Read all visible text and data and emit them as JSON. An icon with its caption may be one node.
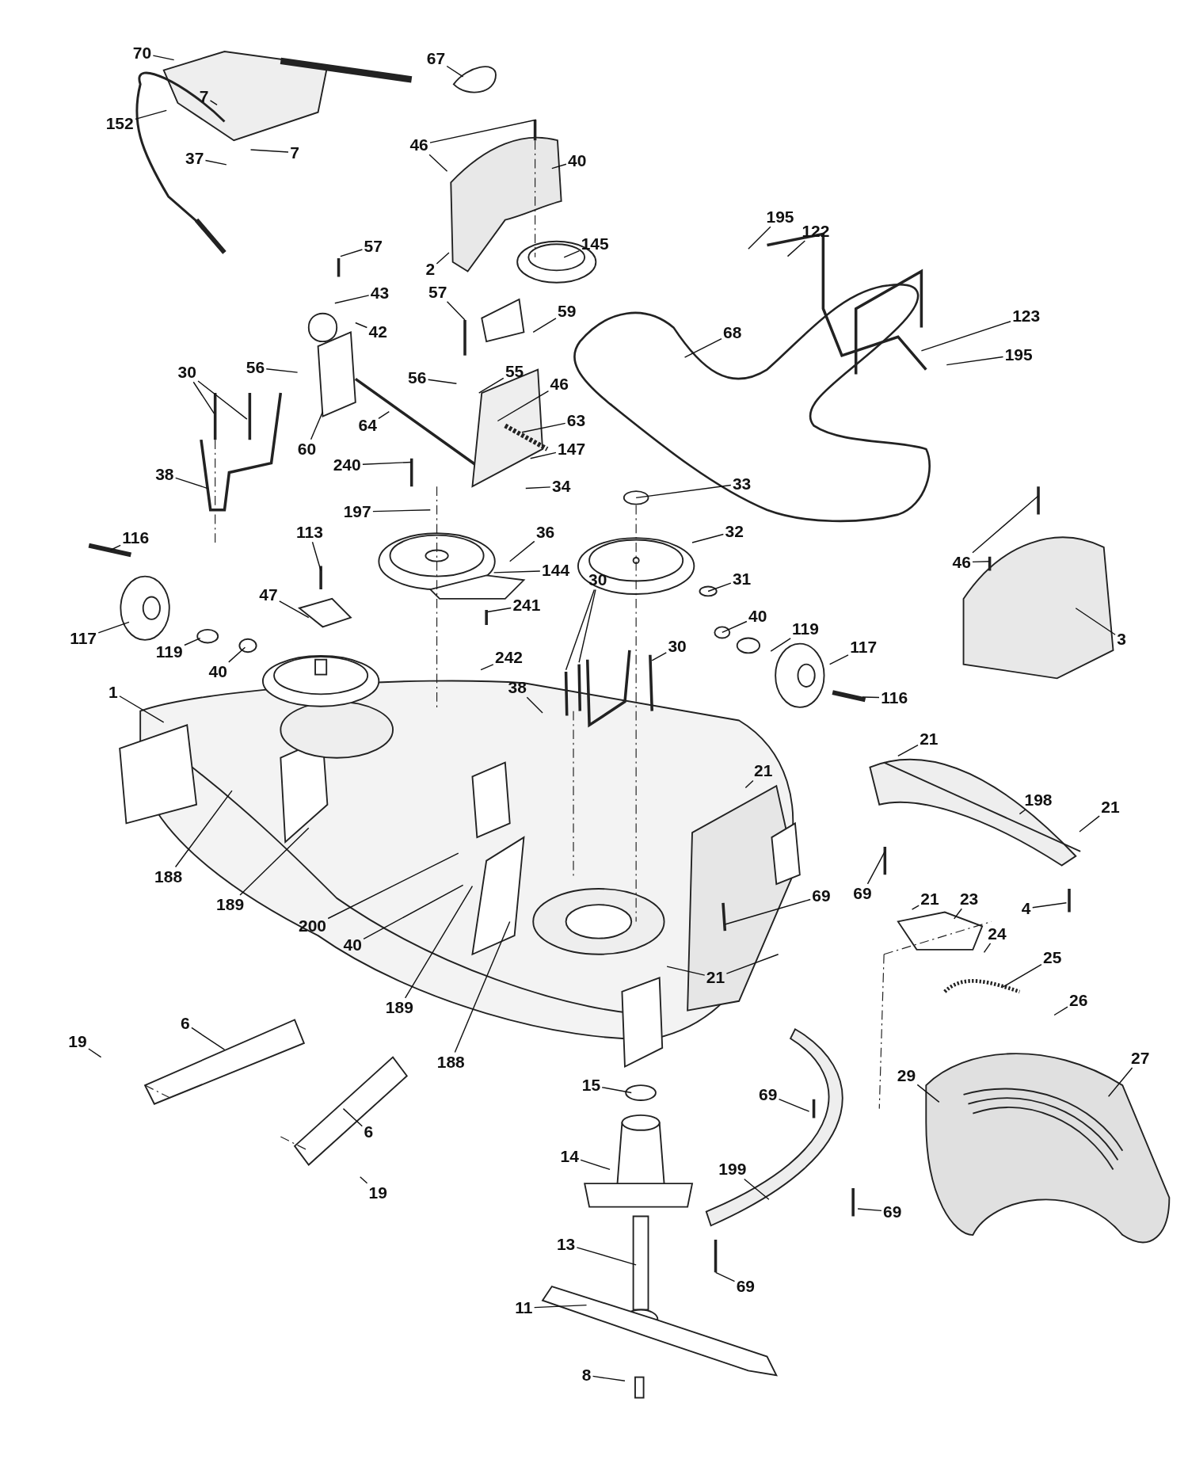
{
  "diagram": {
    "nodes": [
      {
        "text": [
          "70"
        ]
      },
      {
        "text": [
          "67"
        ]
      },
      {
        "text": [
          "7"
        ]
      },
      {
        "text": [
          "152"
        ]
      },
      {
        "text": [
          "46"
        ]
      },
      {
        "text": [
          "7"
        ]
      },
      {
        "text": [
          "37"
        ]
      },
      {
        "text": [
          "40"
        ]
      },
      {
        "text": [
          "195"
        ]
      },
      {
        "text": [
          "122"
        ]
      },
      {
        "text": [
          "57"
        ]
      },
      {
        "text": [
          "145"
        ]
      },
      {
        "text": [
          "2"
        ]
      },
      {
        "text": [
          "43"
        ]
      },
      {
        "text": [
          "57"
        ]
      },
      {
        "text": [
          "59"
        ]
      },
      {
        "text": [
          "123"
        ]
      },
      {
        "text": [
          "42"
        ]
      },
      {
        "text": [
          "68"
        ]
      },
      {
        "text": [
          "195"
        ]
      },
      {
        "text": [
          "56"
        ]
      },
      {
        "text": [
          "30"
        ]
      },
      {
        "text": [
          "55"
        ]
      },
      {
        "text": [
          "56"
        ]
      },
      {
        "text": [
          "46"
        ]
      },
      {
        "text": [
          "63"
        ]
      },
      {
        "text": [
          "64"
        ]
      },
      {
        "text": [
          "60"
        ]
      },
      {
        "text": [
          "147"
        ]
      },
      {
        "text": [
          "240"
        ]
      },
      {
        "text": [
          "38"
        ]
      },
      {
        "text": [
          "33"
        ]
      },
      {
        "text": [
          "34"
        ]
      },
      {
        "text": [
          "197"
        ]
      },
      {
        "text": [
          "32"
        ]
      },
      {
        "text": [
          "36"
        ]
      },
      {
        "text": [
          "116"
        ]
      },
      {
        "text": [
          "113"
        ]
      },
      {
        "text": [
          "46"
        ]
      },
      {
        "text": [
          "144"
        ]
      },
      {
        "text": [
          "31"
        ]
      },
      {
        "text": [
          "30"
        ]
      },
      {
        "text": [
          "47"
        ]
      },
      {
        "text": [
          "241"
        ]
      },
      {
        "text": [
          "40"
        ]
      },
      {
        "text": [
          "119"
        ]
      },
      {
        "text": [
          "117"
        ]
      },
      {
        "text": [
          "3"
        ]
      },
      {
        "text": [
          "30"
        ]
      },
      {
        "text": [
          "117"
        ]
      },
      {
        "text": [
          "119"
        ]
      },
      {
        "text": [
          "242"
        ]
      },
      {
        "text": [
          "40"
        ]
      },
      {
        "text": [
          "38"
        ]
      },
      {
        "text": [
          "1"
        ]
      },
      {
        "text": [
          "116"
        ]
      },
      {
        "text": [
          "21"
        ]
      },
      {
        "text": [
          "21"
        ]
      },
      {
        "text": [
          "198"
        ]
      },
      {
        "text": [
          "21"
        ]
      },
      {
        "text": [
          "188"
        ]
      },
      {
        "text": [
          "69"
        ]
      },
      {
        "text": [
          "69"
        ]
      },
      {
        "text": [
          "21"
        ]
      },
      {
        "text": [
          "23"
        ]
      },
      {
        "text": [
          "4"
        ]
      },
      {
        "text": [
          "189"
        ]
      },
      {
        "text": [
          "200"
        ]
      },
      {
        "text": [
          "24"
        ]
      },
      {
        "text": [
          "40"
        ]
      },
      {
        "text": [
          "25"
        ]
      },
      {
        "text": [
          "21"
        ]
      },
      {
        "text": [
          "26"
        ]
      },
      {
        "text": [
          "189"
        ]
      },
      {
        "text": [
          "6"
        ]
      },
      {
        "text": [
          "19"
        ]
      },
      {
        "text": [
          "27"
        ]
      },
      {
        "text": [
          "188"
        ]
      },
      {
        "text": [
          "29"
        ]
      },
      {
        "text": [
          "15"
        ]
      },
      {
        "text": [
          "69"
        ]
      },
      {
        "text": [
          "6"
        ]
      },
      {
        "text": [
          "14"
        ]
      },
      {
        "text": [
          "199"
        ]
      },
      {
        "text": [
          "19"
        ]
      },
      {
        "text": [
          "69"
        ]
      },
      {
        "text": [
          "13"
        ]
      },
      {
        "text": [
          "69"
        ]
      },
      {
        "text": [
          "11"
        ]
      },
      {
        "text": [
          "8"
        ]
      }
    ],
    "edges": [
      {
        "from": 0,
        "to": null,
        "arrow": "none"
      },
      {
        "from": 1,
        "to": null,
        "arrow": "none"
      },
      {
        "from": 2,
        "to": null,
        "arrow": "none"
      },
      {
        "from": 3,
        "to": null,
        "arrow": "none"
      },
      {
        "from": 4,
        "to": null,
        "arrow": "none"
      },
      {
        "from": 4,
        "to": null,
        "arrow": "none"
      },
      {
        "from": 5,
        "to": null,
        "arrow": "none"
      },
      {
        "from": 6,
        "to": null,
        "arrow": "none"
      },
      {
        "from": 7,
        "to": null,
        "arrow": "none"
      },
      {
        "from": 8,
        "to": null,
        "arrow": "none"
      },
      {
        "from": 9,
        "to": null,
        "arrow": "none"
      },
      {
        "from": 10,
        "to": null,
        "arrow": "none"
      },
      {
        "from": 11,
        "to": null,
        "arrow": "none"
      },
      {
        "from": 12,
        "to": null,
        "arrow": "none"
      },
      {
        "from": 13,
        "to": null,
        "arrow": "none"
      },
      {
        "from": 14,
        "to": null,
        "arrow": "none"
      },
      {
        "from": 15,
        "to": null,
        "arrow": "none"
      },
      {
        "from": 16,
        "to": null,
        "arrow": "none"
      },
      {
        "from": 17,
        "to": null,
        "arrow": "none"
      },
      {
        "from": 18,
        "to": null,
        "arrow": "none"
      },
      {
        "from": 19,
        "to": null,
        "arrow": "none"
      },
      {
        "from": 20,
        "to": null,
        "arrow": "none"
      },
      {
        "from": 21,
        "to": null,
        "arrow": "none"
      },
      {
        "from": 21,
        "to": null,
        "arrow": "none"
      },
      {
        "from": 22,
        "to": null,
        "arrow": "none"
      },
      {
        "from": 23,
        "to": null,
        "arrow": "none"
      },
      {
        "from": 24,
        "to": null,
        "arrow": "none"
      },
      {
        "from": 25,
        "to": null,
        "arrow": "none"
      },
      {
        "from": 26,
        "to": null,
        "arrow": "none"
      },
      {
        "from": 27,
        "to": null,
        "arrow": "none"
      },
      {
        "from": 28,
        "to": null,
        "arrow": "none"
      },
      {
        "from": 29,
        "to": null,
        "arrow": "none"
      },
      {
        "from": 30,
        "to": null,
        "arrow": "none"
      },
      {
        "from": 31,
        "to": null,
        "arrow": "none"
      },
      {
        "from": 32,
        "to": null,
        "arrow": "none"
      },
      {
        "from": 33,
        "to": null,
        "arrow": "none"
      },
      {
        "from": 34,
        "to": null,
        "arrow": "none"
      },
      {
        "from": 35,
        "to": null,
        "arrow": "none"
      },
      {
        "from": 36,
        "to": null,
        "arrow": "none"
      },
      {
        "from": 37,
        "to": null,
        "arrow": "none"
      },
      {
        "from": 38,
        "to": null,
        "arrow": "none"
      },
      {
        "from": 38,
        "to": null,
        "arrow": "none"
      },
      {
        "from": 39,
        "to": null,
        "arrow": "none"
      },
      {
        "from": 40,
        "to": null,
        "arrow": "none"
      },
      {
        "from": 41,
        "to": null,
        "arrow": "none"
      },
      {
        "from": 41,
        "to": null,
        "arrow": "none"
      },
      {
        "from": 42,
        "to": null,
        "arrow": "none"
      },
      {
        "from": 43,
        "to": null,
        "arrow": "none"
      },
      {
        "from": 44,
        "to": null,
        "arrow": "none"
      },
      {
        "from": 45,
        "to": null,
        "arrow": "none"
      },
      {
        "from": 46,
        "to": null,
        "arrow": "none"
      },
      {
        "from": 47,
        "to": null,
        "arrow": "none"
      },
      {
        "from": 48,
        "to": null,
        "arrow": "none"
      },
      {
        "from": 49,
        "to": null,
        "arrow": "none"
      },
      {
        "from": 50,
        "to": null,
        "arrow": "none"
      },
      {
        "from": 51,
        "to": null,
        "arrow": "none"
      },
      {
        "from": 52,
        "to": null,
        "arrow": "none"
      },
      {
        "from": 53,
        "to": null,
        "arrow": "none"
      },
      {
        "from": 54,
        "to": null,
        "arrow": "none"
      },
      {
        "from": 55,
        "to": null,
        "arrow": "none"
      },
      {
        "from": 56,
        "to": null,
        "arrow": "none"
      },
      {
        "from": 57,
        "to": null,
        "arrow": "none"
      },
      {
        "from": 58,
        "to": null,
        "arrow": "none"
      },
      {
        "from": 59,
        "to": null,
        "arrow": "none"
      },
      {
        "from": 60,
        "to": null,
        "arrow": "none"
      },
      {
        "from": 61,
        "to": null,
        "arrow": "none"
      },
      {
        "from": 62,
        "to": null,
        "arrow": "none"
      },
      {
        "from": 63,
        "to": null,
        "arrow": "none"
      },
      {
        "from": 64,
        "to": null,
        "arrow": "none"
      },
      {
        "from": 65,
        "to": null,
        "arrow": "none"
      },
      {
        "from": 66,
        "to": null,
        "arrow": "none"
      },
      {
        "from": 67,
        "to": null,
        "arrow": "none"
      },
      {
        "from": 68,
        "to": null,
        "arrow": "none"
      },
      {
        "from": 69,
        "to": null,
        "arrow": "none"
      },
      {
        "from": 70,
        "to": null,
        "arrow": "none"
      },
      {
        "from": 71,
        "to": null,
        "arrow": "none"
      },
      {
        "from": 71,
        "to": null,
        "arrow": "none"
      },
      {
        "from": 72,
        "to": null,
        "arrow": "none"
      },
      {
        "from": 73,
        "to": null,
        "arrow": "none"
      },
      {
        "from": 74,
        "to": null,
        "arrow": "none"
      },
      {
        "from": 75,
        "to": null,
        "arrow": "none"
      },
      {
        "from": 76,
        "to": null,
        "arrow": "none"
      },
      {
        "from": 77,
        "to": null,
        "arrow": "none"
      },
      {
        "from": 78,
        "to": null,
        "arrow": "none"
      },
      {
        "from": 79,
        "to": null,
        "arrow": "none"
      },
      {
        "from": 80,
        "to": null,
        "arrow": "none"
      },
      {
        "from": 81,
        "to": null,
        "arrow": "none"
      },
      {
        "from": 82,
        "to": null,
        "arrow": "none"
      },
      {
        "from": 83,
        "to": null,
        "arrow": "none"
      },
      {
        "from": 84,
        "to": null,
        "arrow": "none"
      },
      {
        "from": 85,
        "to": null,
        "arrow": "none"
      },
      {
        "from": 86,
        "to": null,
        "arrow": "none"
      },
      {
        "from": 87,
        "to": null,
        "arrow": "none"
      },
      {
        "from": 88,
        "to": null,
        "arrow": "none"
      },
      {
        "from": 89,
        "to": null,
        "arrow": "none"
      }
    ]
  }
}
